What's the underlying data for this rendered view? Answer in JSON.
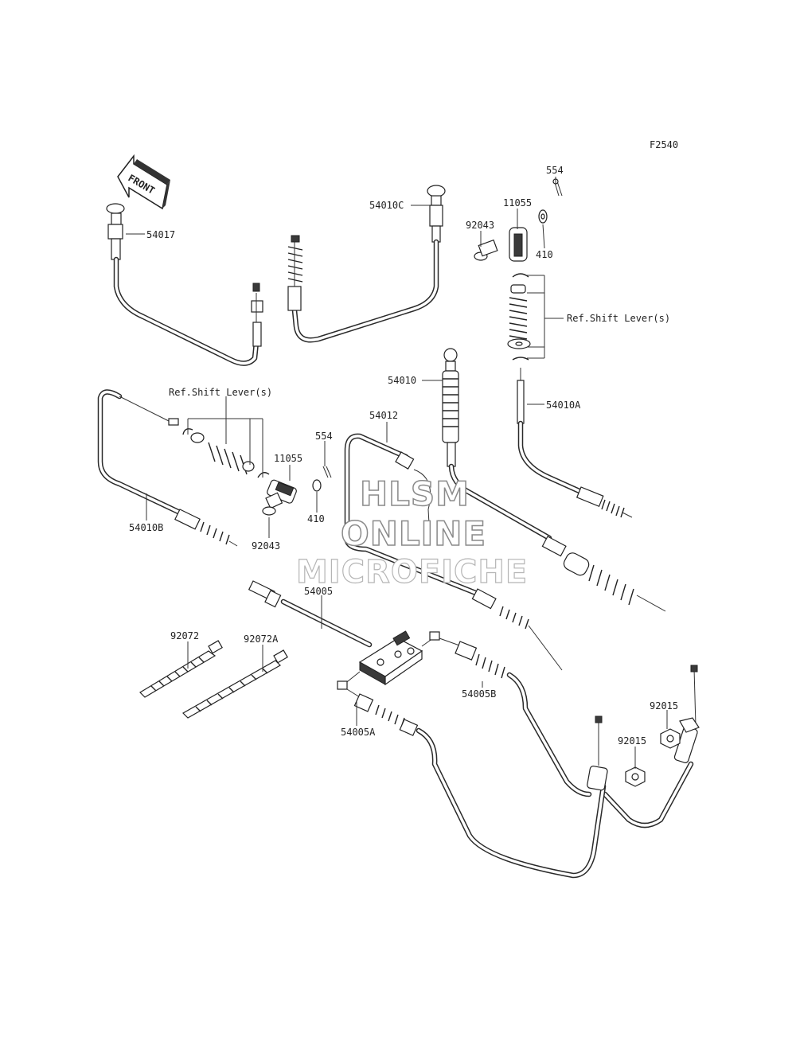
{
  "diagram": {
    "code": "F2540",
    "front_arrow_text": "FRONT",
    "watermark": {
      "line1": "HLSM",
      "line2": "ONLINE",
      "line3": "MICROFICHE"
    },
    "labels": {
      "p54017": "54017",
      "p54010C": "54010C",
      "p92043_top": "92043",
      "p11055_top": "11055",
      "p554_top": "554",
      "p410_top": "410",
      "ref_shift_top": "Ref.Shift Lever(s)",
      "p54010": "54010",
      "p54010A": "54010A",
      "p54012": "54012",
      "ref_shift_left": "Ref.Shift Lever(s)",
      "p554_mid": "554",
      "p11055_mid": "11055",
      "p410_mid": "410",
      "p92043_mid": "92043",
      "p54010B": "54010B",
      "p54005": "54005",
      "p92072": "92072",
      "p92072A": "92072A",
      "p54005B": "54005B",
      "p54005A": "54005A",
      "p92015_a": "92015",
      "p92015_b": "92015"
    }
  }
}
